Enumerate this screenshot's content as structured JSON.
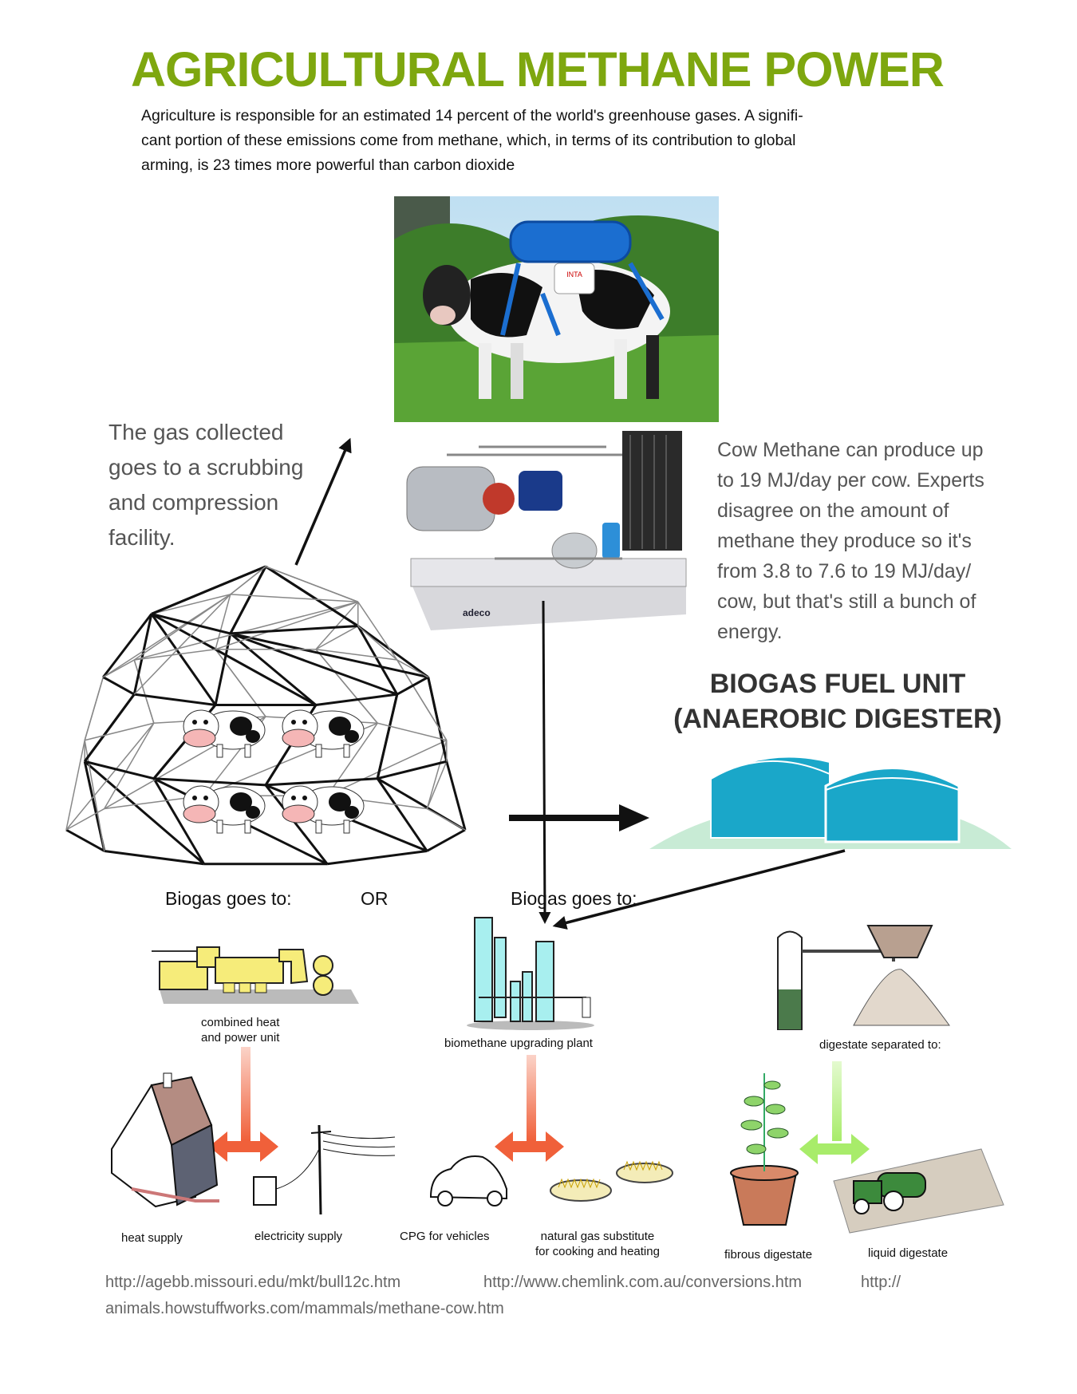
{
  "title": "AGRICULTURAL METHANE POWER",
  "intro_lines": [
    "Agriculture is responsible for an estimated 14 percent of the world's greenhouse gases. A signifi-",
    "cant portion of these emissions come from methane, which, in terms of its contribution to global",
    "arming, is 23 times more powerful than carbon dioxide"
  ],
  "left_note_lines": [
    "The gas collected",
    "goes to a scrubbing",
    "and compression",
    "facility."
  ],
  "right_note_lines": [
    "Cow Methane can produce up",
    "to 19 MJ/day per cow. Experts",
    "disagree on the amount of",
    "methane they produce so it's",
    "from 3.8 to 7.6 to 19 MJ/day/",
    "cow, but that's still a bunch of",
    "energy."
  ],
  "digester_heading": [
    "BIOGAS FUEL UNIT",
    "(ANAEROBIC DIGESTER)"
  ],
  "compressor_brand": "adeco",
  "cow_tag": "INTA",
  "flow": {
    "goes_to_1": "Biogas goes to:",
    "or": "OR",
    "goes_to_2": "Biogas goes to:",
    "chp_label": [
      "combined heat",
      "and power unit"
    ],
    "upgrading_label": "biomethane upgrading plant",
    "digestate_label": "digestate separated to:",
    "heat_supply": "heat supply",
    "electricity_supply": "electricity supply",
    "cpg_vehicles": "CPG for vehicles",
    "natural_gas": [
      "natural gas substitute",
      "for cooking and heating"
    ],
    "fibrous": "fibrous digestate",
    "liquid": "liquid digestate"
  },
  "sources": {
    "url1": "http://agebb.missouri.edu/mkt/bull12c.htm",
    "url2": "http://www.chemlink.com.au/conversions.htm",
    "url3a": "http://",
    "url3b": "animals.howstuffworks.com/mammals/methane-cow.htm"
  },
  "colors": {
    "title": "#7ea70f",
    "tank": "#1aa7c9",
    "red_arrow": "#f0603a",
    "green_arrow": "#a8ec6a"
  }
}
